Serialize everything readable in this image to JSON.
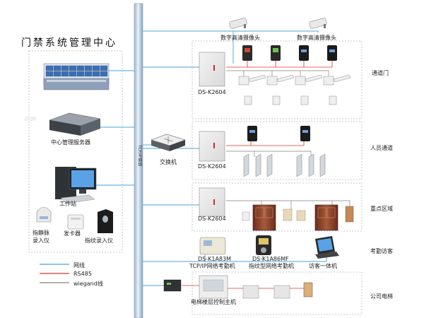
{
  "title": "门禁系统管理中心",
  "backbone_label": "TCP/IP网络",
  "center": {
    "server_label": "中心管理服务器",
    "workstation_label": "工作站",
    "fingervein_label_line1": "指静脉",
    "fingervein_label_line2": "录入仪",
    "card_issuer_label": "发卡器",
    "fingerprint_enroll_label": "指纹录入仪"
  },
  "switch_label": "交换机",
  "cameras": [
    "数字高清摄像头",
    "数字高清摄像头"
  ],
  "zones": [
    {
      "name": "通道门",
      "controller": "DS-K2604"
    },
    {
      "name": "人员通道",
      "controller": "DS-K2604"
    },
    {
      "name": "重点区域",
      "controller": "DS-K2604"
    },
    {
      "name": "考勤访客"
    },
    {
      "name": "公司电梯"
    }
  ],
  "attendance": {
    "device1_model": "DS-K1A83M",
    "device1_desc": "TCP/IP网络考勤机",
    "device2_model": "DS-K1A86MF",
    "device2_desc": "指纹型网络考勤机",
    "visitor_label": "访客一体机"
  },
  "elevator_label": "电梯楼层控制主机",
  "legend": [
    {
      "label": "网线",
      "color": "#4aa3df"
    },
    {
      "label": "RS485",
      "color": "#e0342b"
    },
    {
      "label": "wiegand线",
      "color": "#8a7f7a"
    }
  ]
}
